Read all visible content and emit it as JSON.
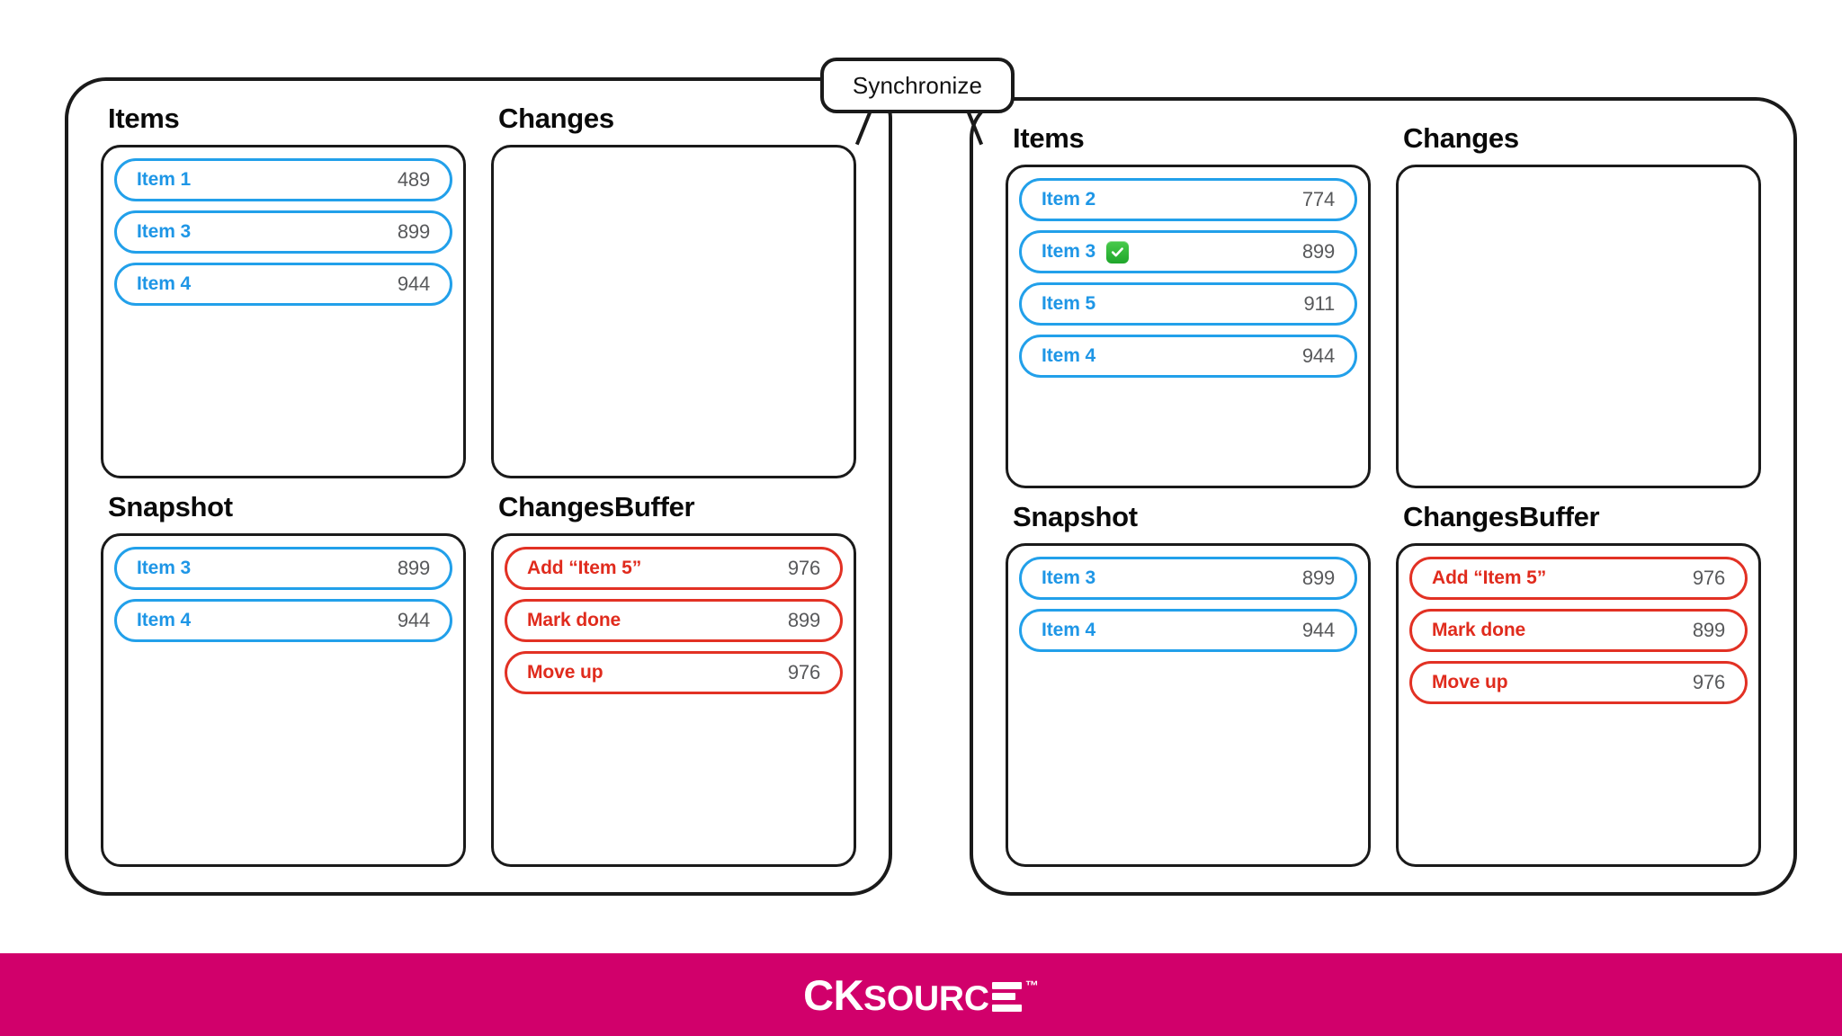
{
  "diagram": {
    "sync_label": "Synchronize",
    "panels": [
      {
        "id": "left",
        "quadrants": [
          {
            "title": "Items",
            "kind": "blue",
            "items": [
              {
                "label": "Item 1",
                "value": "489",
                "done": false
              },
              {
                "label": "Item 3",
                "value": "899",
                "done": false
              },
              {
                "label": "Item 4",
                "value": "944",
                "done": false
              }
            ]
          },
          {
            "title": "Changes",
            "kind": "blue",
            "items": []
          },
          {
            "title": "Snapshot",
            "kind": "blue",
            "items": [
              {
                "label": "Item 3",
                "value": "899",
                "done": false
              },
              {
                "label": "Item 4",
                "value": "944",
                "done": false
              }
            ]
          },
          {
            "title": "ChangesBuffer",
            "kind": "red",
            "items": [
              {
                "label": "Add “Item 5”",
                "value": "976",
                "done": false
              },
              {
                "label": "Mark done",
                "value": "899",
                "done": false
              },
              {
                "label": "Move up",
                "value": "976",
                "done": false
              }
            ]
          }
        ]
      },
      {
        "id": "right",
        "quadrants": [
          {
            "title": "Items",
            "kind": "blue",
            "items": [
              {
                "label": "Item 2",
                "value": "774",
                "done": false
              },
              {
                "label": "Item 3",
                "value": "899",
                "done": true
              },
              {
                "label": "Item 5",
                "value": "911",
                "done": false
              },
              {
                "label": "Item 4",
                "value": "944",
                "done": false
              }
            ]
          },
          {
            "title": "Changes",
            "kind": "blue",
            "items": []
          },
          {
            "title": "Snapshot",
            "kind": "blue",
            "items": [
              {
                "label": "Item 3",
                "value": "899",
                "done": false
              },
              {
                "label": "Item 4",
                "value": "944",
                "done": false
              }
            ]
          },
          {
            "title": "ChangesBuffer",
            "kind": "red",
            "items": [
              {
                "label": "Add “Item 5”",
                "value": "976",
                "done": false
              },
              {
                "label": "Mark done",
                "value": "899",
                "done": false
              },
              {
                "label": "Move up",
                "value": "976",
                "done": false
              }
            ]
          }
        ]
      }
    ]
  },
  "footer": {
    "brand_ck": "CK",
    "brand_source": "SOURC",
    "brand_tm": "™",
    "background_color": "#D1006B"
  },
  "colors": {
    "blue_accent": "#22A0EA",
    "blue_text": "#1E96E6",
    "red_accent": "#E23124",
    "red_text": "#E02B1D",
    "value_gray": "#58595B",
    "outline_black": "#1A1A1A",
    "check_green": "#2BAE33",
    "brand_magenta": "#D1006B"
  }
}
